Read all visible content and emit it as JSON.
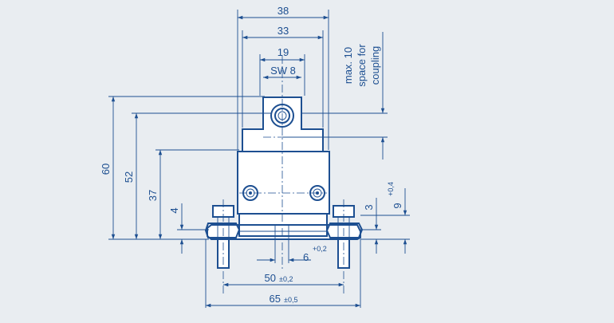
{
  "dimensions": {
    "d38": "38",
    "d33": "33",
    "d19": "19",
    "sw8": "SW 8",
    "d60": "60",
    "d52": "52",
    "d37": "37",
    "d4": "4",
    "d3": "3",
    "d9": "9",
    "tol04": "+0,4",
    "d6": "6",
    "tol02": "+0,2",
    "d50": "50",
    "tol50": "±0,2",
    "d65": "65",
    "tol65": "±0,5"
  },
  "note": {
    "line1": "max. 10",
    "line2": "space for",
    "line3": "coupling"
  },
  "colors": {
    "line": "#1d4f91",
    "background": "#e9edf1",
    "body": "#ffffff"
  }
}
